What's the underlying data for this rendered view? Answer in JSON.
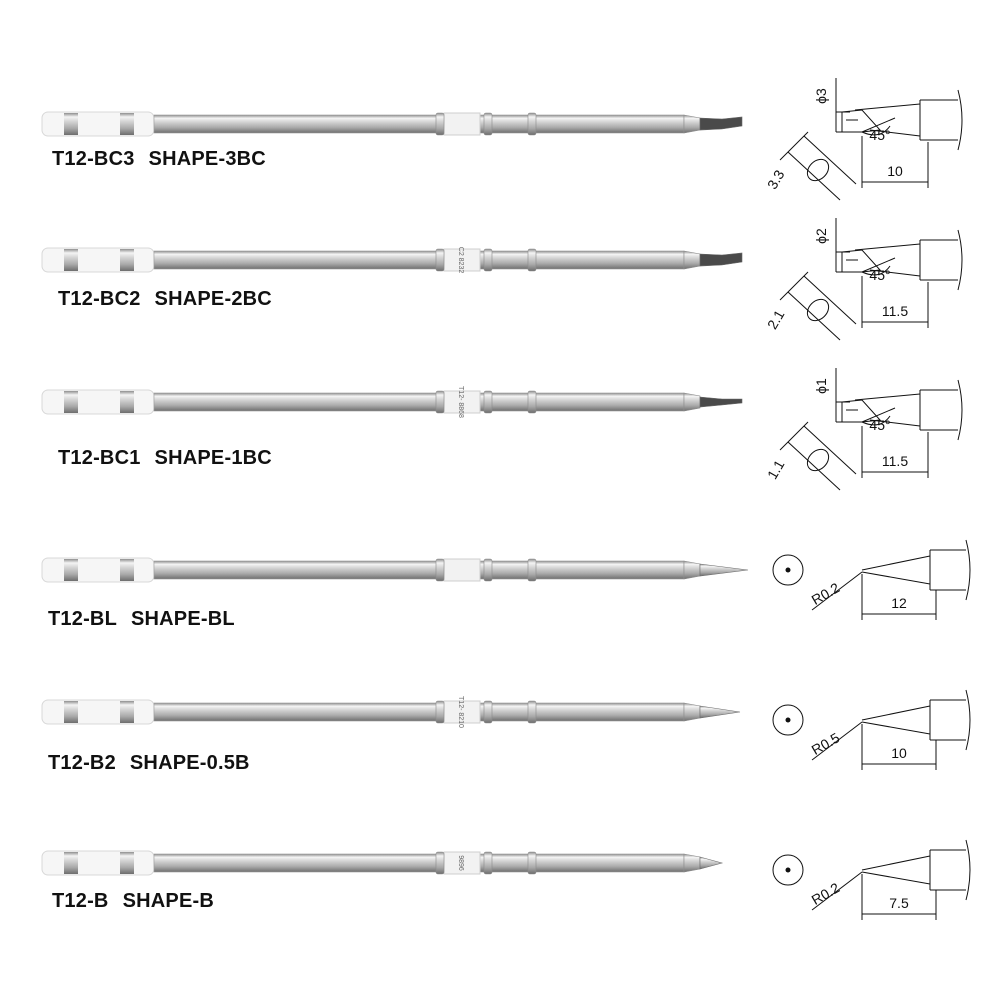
{
  "tips": [
    {
      "id": "bc3",
      "model": "T12-BC3",
      "shape": "SHAPE-3BC",
      "tip_style": "bevel",
      "band_text": "",
      "diagram": {
        "style": "bevel",
        "dia": "ϕ3",
        "flat": "3.3",
        "angle": "45°",
        "length": "10"
      }
    },
    {
      "id": "bc2",
      "model": "T12-BC2",
      "shape": "SHAPE-2BC",
      "tip_style": "bevel",
      "band_text": "C2 8232",
      "diagram": {
        "style": "bevel",
        "dia": "ϕ2",
        "flat": "2.1",
        "angle": "45°",
        "length": "11.5"
      }
    },
    {
      "id": "bc1",
      "model": "T12-BC1",
      "shape": "SHAPE-1BC",
      "tip_style": "bevel-fine",
      "band_text": "T12- 8868",
      "diagram": {
        "style": "bevel",
        "dia": "ϕ1",
        "flat": "1.1",
        "angle": "45°",
        "length": "11.5"
      }
    },
    {
      "id": "bl",
      "model": "T12-BL",
      "shape": "SHAPE-BL",
      "tip_style": "conical-long",
      "band_text": "",
      "diagram": {
        "style": "conical",
        "radius": "R0.2",
        "length": "12"
      }
    },
    {
      "id": "b2",
      "model": "T12-B2",
      "shape": "SHAPE-0.5B",
      "tip_style": "conical",
      "band_text": "T12- 8210",
      "diagram": {
        "style": "conical",
        "radius": "R0.5",
        "length": "10"
      }
    },
    {
      "id": "b",
      "model": "T12-B",
      "shape": "SHAPE-B",
      "tip_style": "conical-short",
      "band_text": "9896",
      "diagram": {
        "style": "conical",
        "radius": "R0.2",
        "length": "7.5"
      }
    }
  ]
}
